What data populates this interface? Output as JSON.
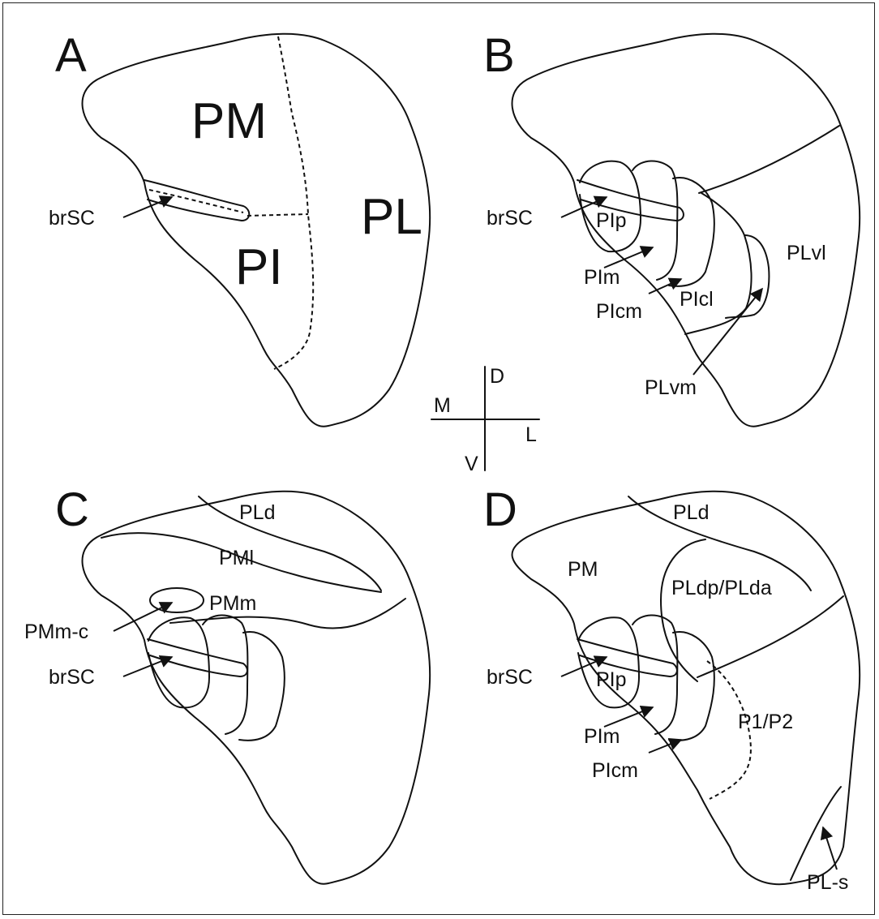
{
  "panels": {
    "a": {
      "letter": "A",
      "regions": {
        "pm": "PM",
        "pl": "PL",
        "pi": "PI"
      },
      "labels": {
        "brsc": "brSC"
      }
    },
    "b": {
      "letter": "B",
      "labels": {
        "brsc": "brSC",
        "pip": "PIp",
        "pim": "PIm",
        "picm": "PIcm",
        "picl": "PIcl",
        "plvl": "PLvl",
        "plvm": "PLvm"
      }
    },
    "c": {
      "letter": "C",
      "labels": {
        "pld": "PLd",
        "pml": "PMl",
        "pmm": "PMm",
        "pmmc": "PMm-c",
        "brsc": "brSC"
      }
    },
    "d": {
      "letter": "D",
      "labels": {
        "pm": "PM",
        "pld": "PLd",
        "pldpda": "PLdp/PLda",
        "brsc": "brSC",
        "pip": "PIp",
        "pim": "PIm",
        "picm": "PIcm",
        "p1p2": "P1/P2",
        "pls": "PL-s"
      }
    }
  },
  "orientation": {
    "d": "D",
    "m": "M",
    "l": "L",
    "v": "V"
  }
}
